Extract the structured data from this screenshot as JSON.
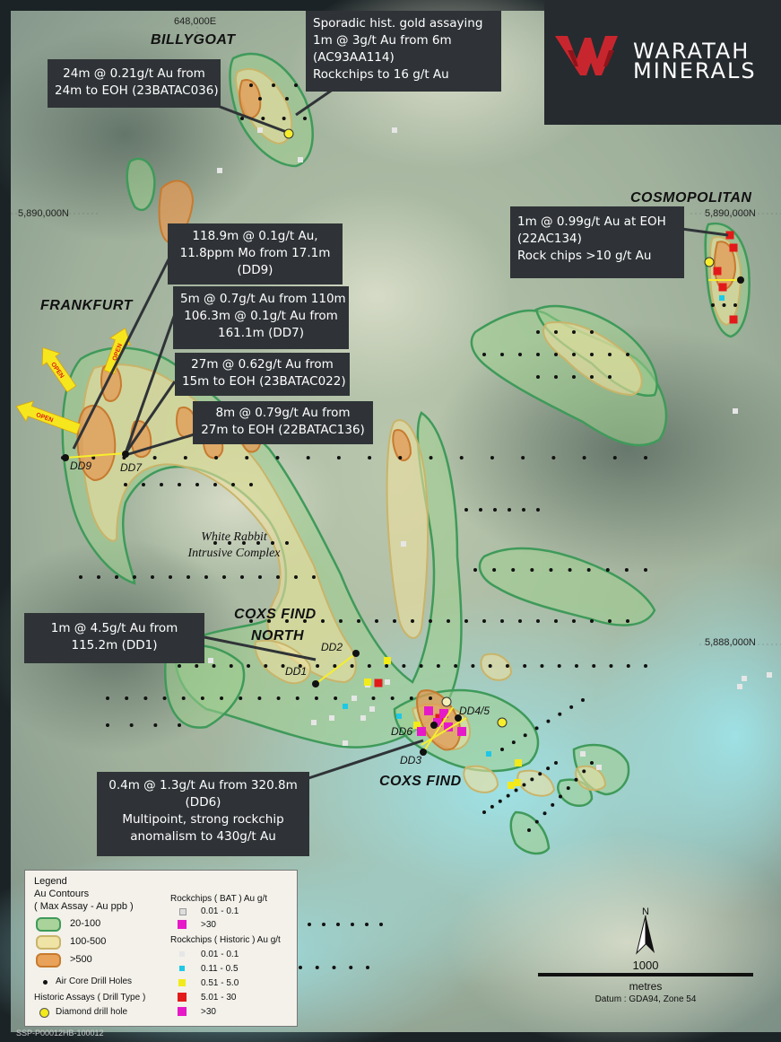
{
  "company": {
    "name_line1": "WARATAH",
    "name_line2": "MINERALS",
    "colors": {
      "logo_red": "#c8262e"
    }
  },
  "grid": {
    "e_top": "648,000E",
    "n_left": "5,890,000N",
    "n_right": "5,890,000N",
    "n_right_lower": "5,888,000N"
  },
  "prospects": {
    "billygoat": "BILLYGOAT",
    "cosmopolitan": "COSMOPOLITAN",
    "frankfurt": "FRANKFURT",
    "coxs_find_north_1": "COXS FIND",
    "coxs_find_north_2": "NORTH",
    "coxs_find": "COXS FIND",
    "complex_1": "White Rabbit",
    "complex_2": "Intrusive Complex"
  },
  "drillholes": {
    "dd1": "DD1",
    "dd2": "DD2",
    "dd3": "DD3",
    "dd45": "DD4/5",
    "dd6": "DD6",
    "dd7": "DD7",
    "dd9": "DD9"
  },
  "open_label": "OPEN",
  "callouts": {
    "billygoat_hist": [
      "Sporadic hist. gold assaying",
      "1m @ 3g/t Au from 6m",
      "(AC93AA114)",
      "Rockchips to 16 g/t Au"
    ],
    "billygoat_ac": [
      "24m @ 0.21g/t Au from",
      "24m to EOH (23BATAC036)"
    ],
    "cosmo": [
      "1m @ 0.99g/t Au at EOH",
      "(22AC134)",
      "Rock chips >10 g/t Au"
    ],
    "dd9": [
      "118.9m @ 0.1g/t Au,",
      "11.8ppm Mo from 17.1m",
      "(DD9)"
    ],
    "dd7": [
      "5m @ 0.7g/t Au from 110m",
      "106.3m @ 0.1g/t Au from",
      "161.1m (DD7)"
    ],
    "ac022": [
      "27m @ 0.62g/t Au from",
      "15m to EOH (23BATAC022)"
    ],
    "ac136": [
      "8m @ 0.79g/t Au from",
      "27m to EOH (22BATAC136)"
    ],
    "dd1": [
      "1m @ 4.5g/t Au from",
      "115.2m (DD1)"
    ],
    "dd6": [
      "0.4m @ 1.3g/t Au from 320.8m",
      "(DD6)",
      "Multipoint, strong rockchip",
      "anomalism to 430g/t Au"
    ]
  },
  "legend": {
    "title": "Legend",
    "au_title": "Au Contours",
    "au_subtitle": "( Max Assay - Au ppb )",
    "c1": "20-100",
    "c2": "100-500",
    "c3": ">500",
    "aircore": "Air Core Drill Holes",
    "historic_title": "Historic Assays ( Drill Type )",
    "diamond": "Diamond drill hole",
    "bat_title": "Rockchips ( BAT ) Au g/t",
    "bat1": "0.01 - 0.1",
    "bat2": ">30",
    "hist_title": "Rockchips ( Historic ) Au g/t",
    "h1": "0.01 - 0.1",
    "h2": "0.11 - 0.5",
    "h3": "0.51 - 5.0",
    "h4": "5.01 - 30",
    "h5": ">30",
    "colors": {
      "c1_fill": "#a9d39a",
      "c1_stroke": "#3f9a5a",
      "c2_fill": "#efe3a6",
      "c2_stroke": "#c9b46a",
      "c3_fill": "#e8a25a",
      "c3_stroke": "#c77b2f",
      "h_cyan": "#1ec8e6",
      "h_yellow": "#f2ea1a",
      "h_red": "#e31a1a",
      "h_magenta": "#e619c8"
    }
  },
  "scale": {
    "north": "N",
    "distance": "1000",
    "units": "metres",
    "datum": "Datum : GDA94, Zone 54"
  },
  "reference": "SSP-P00012HB-100012"
}
